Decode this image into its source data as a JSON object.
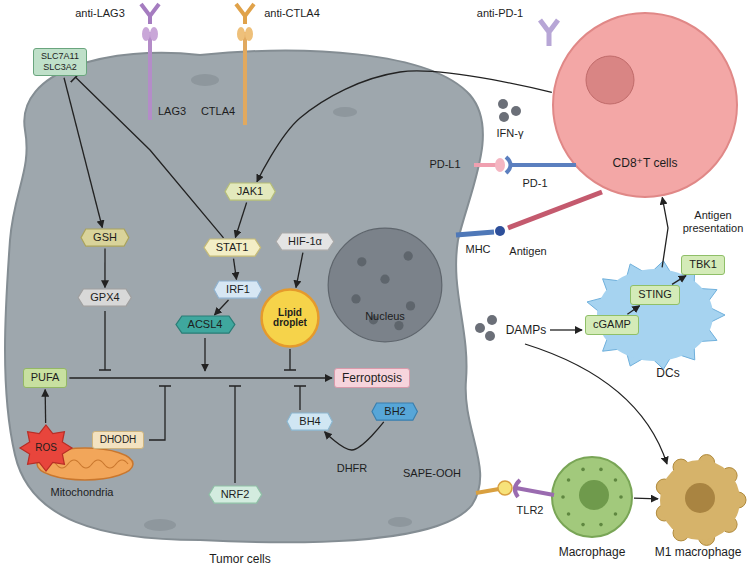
{
  "diagram": {
    "nodes": [
      {
        "text": [
          "Tumor cells"
        ]
      },
      {
        "text": [
          "SLC7A11",
          "SLC3A2"
        ],
        "in": 0
      },
      {
        "text": [
          "GSH"
        ],
        "in": 0
      },
      {
        "text": [
          "GPX4"
        ],
        "in": 0
      },
      {
        "text": [
          "PUFA"
        ],
        "in": 0
      },
      {
        "text": [
          "ROS"
        ],
        "in": 0
      },
      {
        "text": [
          "DHODH"
        ],
        "in": 0
      },
      {
        "text": [
          "NRF2"
        ],
        "in": 0
      },
      {
        "text": [
          "BH4"
        ],
        "in": 0
      },
      {
        "text": [
          "BH2"
        ],
        "in": 0
      },
      {
        "text": [
          "JAK1"
        ],
        "in": 0
      },
      {
        "text": [
          "STAT1"
        ],
        "in": 0
      },
      {
        "text": [
          "IRF1"
        ],
        "in": 0
      },
      {
        "text": [
          "ACSL4"
        ],
        "in": 0
      },
      {
        "text": [
          "HIF-1α"
        ],
        "in": 0
      },
      {
        "text": [
          "Lipid droplet"
        ],
        "in": 0
      },
      {
        "text": [
          "Nucleus"
        ],
        "in": 0
      },
      {
        "text": [
          "Ferroptosis"
        ],
        "in": 0
      },
      {
        "text": [
          "CD8⁺T cells"
        ]
      },
      {
        "text": [
          "DCs"
        ]
      },
      {
        "text": [
          "cGAMP"
        ],
        "in": 19
      },
      {
        "text": [
          "STING"
        ],
        "in": 19
      },
      {
        "text": [
          "TBK1"
        ],
        "in": 19
      },
      {
        "text": [
          "Macrophage"
        ]
      },
      {
        "text": [
          "M1 macrophage"
        ]
      }
    ],
    "edges": [
      {
        "from": 18,
        "to": 10,
        "arrow": "to"
      },
      {
        "from": 10,
        "to": 11,
        "arrow": "to"
      },
      {
        "from": 11,
        "to": 12,
        "arrow": "to"
      },
      {
        "from": 11,
        "to": 1,
        "arrow": "to"
      },
      {
        "from": 1,
        "to": 2,
        "arrow": "to"
      },
      {
        "from": 2,
        "to": 3,
        "arrow": "to"
      },
      {
        "from": 12,
        "to": 13,
        "arrow": "to"
      },
      {
        "from": 14,
        "to": 15,
        "arrow": "to"
      },
      {
        "from": 4,
        "to": 17,
        "arrow": "to"
      },
      {
        "from": 5,
        "to": 4,
        "arrow": "to"
      },
      {
        "from": 9,
        "to": 8,
        "label": "DHFR",
        "arrow": "to"
      },
      {
        "from": 19,
        "to": 18,
        "label": "Antigen presentation",
        "arrow": "to"
      },
      {
        "from": 20,
        "to": 21,
        "arrow": "to"
      },
      {
        "from": 21,
        "to": 22,
        "arrow": "to"
      },
      {
        "from": 23,
        "to": 24,
        "arrow": "to"
      }
    ],
    "labels": [
      "anti-LAG3",
      "LAG3",
      "anti-CTLA4",
      "CTLA4",
      "anti-PD-1",
      "IFN-γ",
      "PD-L1",
      "PD-1",
      "Antigen",
      "MHC",
      "Mitochondria",
      "DAMPs",
      "SAPE-OOH",
      "TLR2"
    ]
  }
}
